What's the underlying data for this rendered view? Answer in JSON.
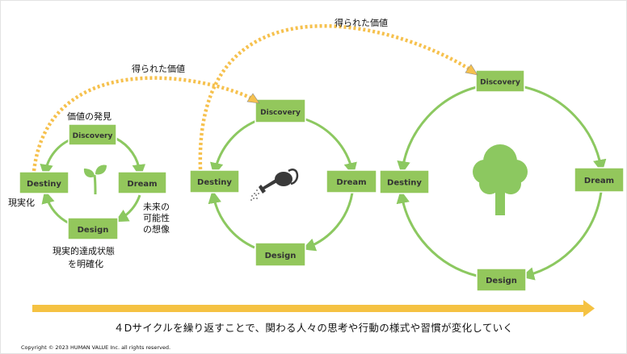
{
  "colors": {
    "green": "#8cc860",
    "box_fill": "#93c75c",
    "box_stroke": "#ffffff",
    "dotted_arrow": "#f6c14e",
    "timeline_arrow": "#f5c242",
    "tree": "#8cc860"
  },
  "cycles": [
    {
      "boxes": {
        "discovery": "Discovery",
        "dream": "Dream",
        "design": "Design",
        "destiny": "Destiny"
      },
      "labels": {
        "value_discovery": "価値の発見",
        "realization": "現実化",
        "future_line1": "未来の",
        "future_line2": "可能性",
        "future_line3": "の想像",
        "clarify_line1": "現実的達成状態",
        "clarify_line2": "を明確化"
      },
      "icon": "sprout-icon"
    },
    {
      "boxes": {
        "discovery": "Discovery",
        "dream": "Dream",
        "design": "Design",
        "destiny": "Destiny"
      },
      "icon": "watering-can-icon"
    },
    {
      "boxes": {
        "discovery": "Discovery",
        "dream": "Dream",
        "design": "Design",
        "destiny": "Destiny"
      },
      "icon": "tree-icon"
    }
  ],
  "arrows": {
    "gained_value_1": "得られた価値",
    "gained_value_2": "得られた価値"
  },
  "caption": "４Dサイクルを繰り返すことで、関わる人々の思考や行動の様式や習慣が変化していく",
  "copyright": "Copyright © 2023 HUMAN VALUE Inc. all rights reserved."
}
